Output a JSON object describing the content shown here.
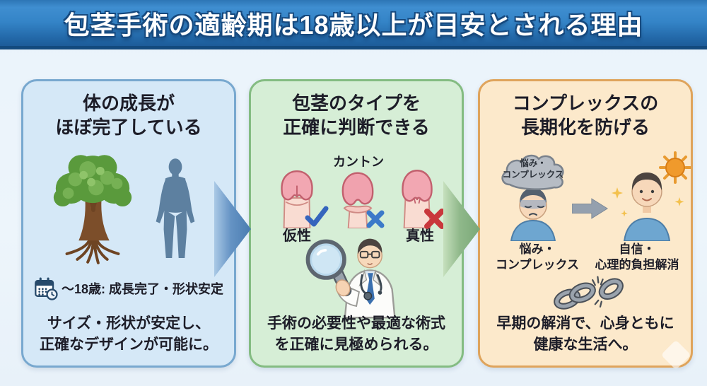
{
  "header": {
    "title": "包茎手術の適齢期は18歳以上が目安とされる理由"
  },
  "panels": {
    "growth": {
      "title_line1": "体の成長が",
      "title_line2": "ほぼ完了している",
      "note": "〜18歳: 成長完了・形状安定",
      "desc_line1": "サイズ・形状が安定し、",
      "desc_line2": "正確なデザインが可能に。"
    },
    "diagnosis": {
      "title_line1": "包茎のタイプを",
      "title_line2": "正確に判断できる",
      "label_kanton": "カントン",
      "label_kasei": "仮性",
      "label_shinsei": "真性",
      "desc_line1": "手術の必要性や最適な術式",
      "desc_line2": "を正確に見極められる。"
    },
    "complex": {
      "title_line1": "コンプレックスの",
      "title_line2": "長期化を防げる",
      "cloud_line1": "悩み・",
      "cloud_line2": "コンプレックス",
      "before_line1": "悩み・",
      "before_line2": "コンプレックス",
      "after_line1": "自信・",
      "after_line2": "心理的負担解消",
      "desc_line1": "早期の解消で、心身ともに",
      "desc_line2": "健康な生活へ。"
    }
  },
  "icons": {
    "tree": "growing-tree",
    "human_silhouette": "adult-male-silhouette",
    "calendar_clock": "calendar-with-clock",
    "doctor_magnifier": "doctor-with-magnifying-glass",
    "check_mark": "✓",
    "cross_mark": "✕",
    "worry_cloud": "storm-cloud-over-head",
    "sun": "☀",
    "transition_arrow": "→",
    "broken_chain": "broken-chain",
    "chevron_right": "▶"
  },
  "colors": {
    "header_top": "#3f8ed0",
    "header_bottom": "#1d5c99",
    "header_underline": "#134a7e",
    "page_bg": "#eaf3fb",
    "panel_growth_fill": "#d5e8f7",
    "panel_growth_border": "#78a8cf",
    "panel_diagnosis_fill": "#d6eed6",
    "panel_diagnosis_border": "#84bc82",
    "panel_complex_fill": "#fce9cb",
    "panel_complex_border": "#dfa45c",
    "check_blue": "#3565bd",
    "cross_blue": "#3c7ac9",
    "cross_red": "#c9373c",
    "text_dark": "#1d1d28"
  }
}
